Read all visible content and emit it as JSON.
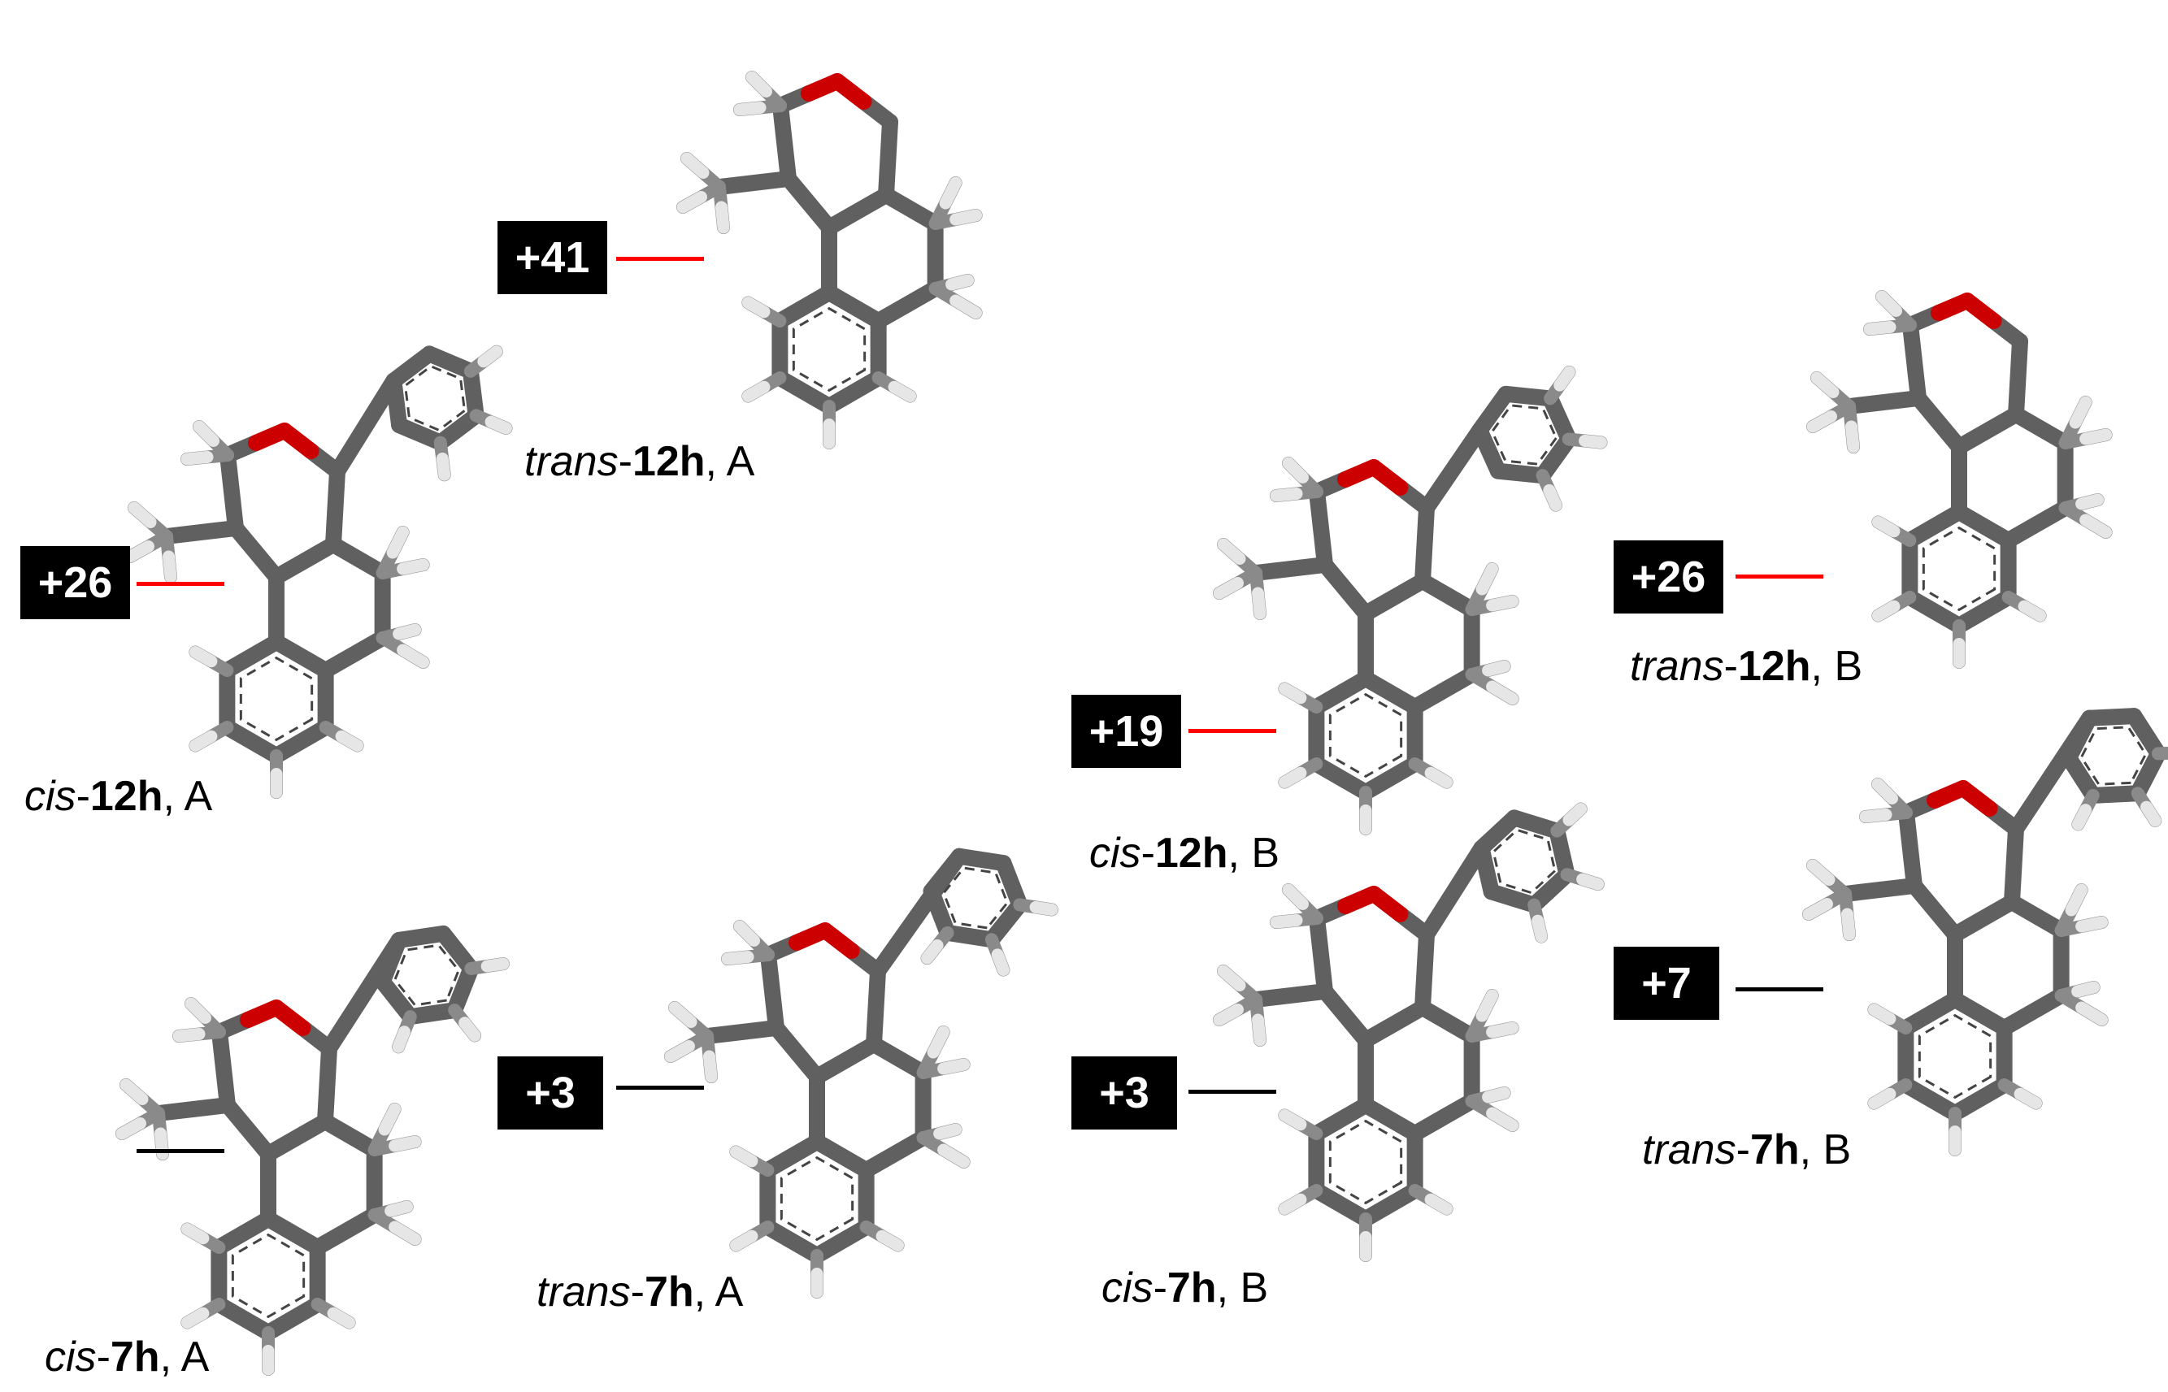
{
  "colors": {
    "red_line": "#ff0000",
    "black_line": "#000000",
    "bond": "#606060",
    "oxygen": "#cc0000",
    "hydrogen": "#e6e6e6"
  },
  "structures": [
    {
      "id": "cis-12h-A",
      "label": {
        "prefix": "cis",
        "compound": "12h",
        "suffix": ", A"
      },
      "energy": "+26",
      "line_color": "red"
    },
    {
      "id": "trans-12h-A",
      "label": {
        "prefix": "trans",
        "compound": "12h",
        "suffix": ", A"
      },
      "energy": "+41",
      "line_color": "red"
    },
    {
      "id": "cis-12h-B",
      "label": {
        "prefix": "cis",
        "compound": "12h",
        "suffix": ", B"
      },
      "energy": "+19",
      "line_color": "red"
    },
    {
      "id": "trans-12h-B",
      "label": {
        "prefix": "trans",
        "compound": "12h",
        "suffix": ", B"
      },
      "energy": "+26",
      "line_color": "red"
    },
    {
      "id": "cis-7h-A",
      "label": {
        "prefix": "cis",
        "compound": "7h",
        "suffix": ", A"
      },
      "energy": "",
      "line_color": "black"
    },
    {
      "id": "trans-7h-A",
      "label": {
        "prefix": "trans",
        "compound": "7h",
        "suffix": ", A"
      },
      "energy": "+3",
      "line_color": "black"
    },
    {
      "id": "cis-7h-B",
      "label": {
        "prefix": "cis",
        "compound": "7h",
        "suffix": ", B"
      },
      "energy": "+3",
      "line_color": "black"
    },
    {
      "id": "trans-7h-B",
      "label": {
        "prefix": "trans",
        "compound": "7h",
        "suffix": ", B"
      },
      "energy": "+7",
      "line_color": "black"
    }
  ]
}
